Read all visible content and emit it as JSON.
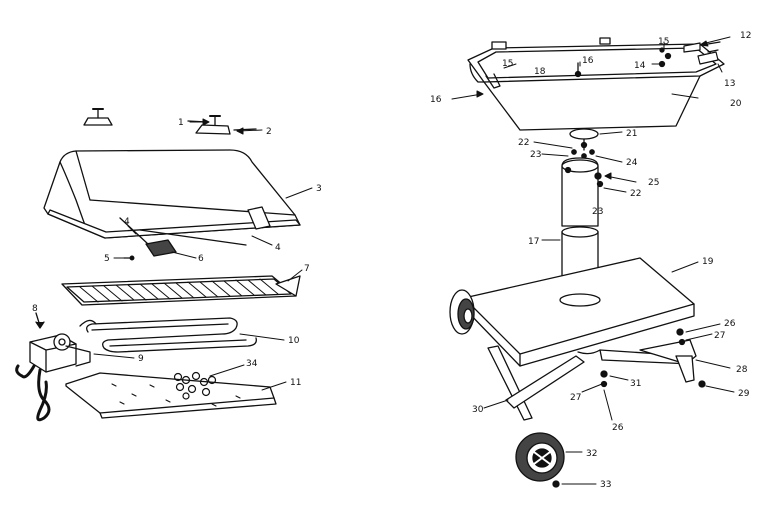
{
  "labels": {
    "left": [
      "1",
      "2",
      "3",
      "4",
      "4",
      "5",
      "6",
      "7",
      "8",
      "9",
      "10",
      "34",
      "11"
    ],
    "right": [
      "12",
      "15",
      "16",
      "14",
      "13",
      "18",
      "15",
      "16",
      "20",
      "21",
      "22",
      "23",
      "24",
      "25",
      "22",
      "23",
      "17",
      "19",
      "26",
      "27",
      "28",
      "29",
      "31",
      "27",
      "30",
      "26",
      "32",
      "33"
    ]
  }
}
